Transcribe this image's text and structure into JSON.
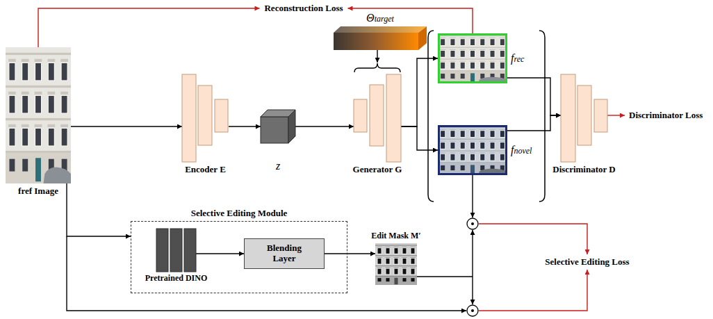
{
  "diagram": {
    "nodes": [
      {
        "text": [
          "Reconstruction Loss"
        ]
      },
      {
        "text": [
          "Θtarget"
        ]
      },
      {
        "text": [
          "fref Image"
        ]
      },
      {
        "text": [
          "Encoder E"
        ]
      },
      {
        "text": [
          "z"
        ]
      },
      {
        "text": [
          "Generator G"
        ]
      },
      {
        "text": [
          "frec"
        ]
      },
      {
        "text": [
          "fnovel"
        ]
      },
      {
        "text": [
          "Discriminator D"
        ]
      },
      {
        "text": [
          "Discriminator Loss"
        ]
      },
      {
        "text": [
          "Selective Editing Module"
        ]
      },
      {
        "text": [
          "Pretrained DINO"
        ],
        "in": 10
      },
      {
        "text": [
          "Blending Layer"
        ],
        "in": 10
      },
      {
        "text": [
          "Edit Mask M′"
        ]
      },
      {
        "text": [
          "Selective Editing Loss"
        ]
      }
    ],
    "edges": [
      {
        "from": 2,
        "to": 0,
        "arrow": "to"
      },
      {
        "from": 6,
        "to": 0,
        "arrow": "to"
      },
      {
        "from": 2,
        "to": 3,
        "arrow": "to"
      },
      {
        "from": 3,
        "to": 4,
        "arrow": "to"
      },
      {
        "from": 4,
        "to": 5,
        "arrow": "to"
      },
      {
        "from": 1,
        "to": 5,
        "arrow": "to"
      },
      {
        "from": 5,
        "to": 6,
        "arrow": "to"
      },
      {
        "from": 5,
        "to": 7,
        "arrow": "to"
      },
      {
        "from": 6,
        "to": 8,
        "arrow": "to"
      },
      {
        "from": 7,
        "to": 8,
        "arrow": "to"
      },
      {
        "from": 8,
        "to": 9,
        "arrow": "to"
      },
      {
        "from": 2,
        "to": 10,
        "arrow": "to"
      },
      {
        "from": 11,
        "to": 12,
        "arrow": "to"
      },
      {
        "from": 12,
        "to": 13,
        "arrow": "to"
      }
    ]
  }
}
